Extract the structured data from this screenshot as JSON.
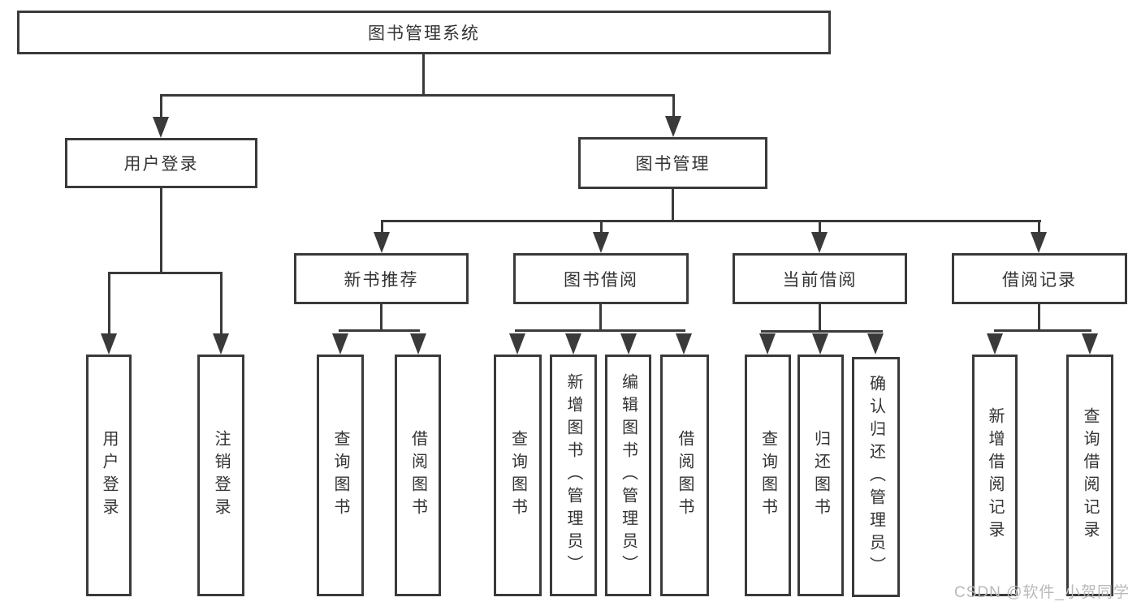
{
  "tree": {
    "root": {
      "label": "图书管理系统"
    },
    "user_login": {
      "label": "用户登录",
      "children": [
        {
          "label": "用户登录"
        },
        {
          "label": "注销登录"
        }
      ]
    },
    "book_management": {
      "label": "图书管理",
      "new_book_recommend": {
        "label": "新书推荐",
        "children": [
          {
            "label": "查询图书"
          },
          {
            "label": "借阅图书"
          }
        ]
      },
      "book_borrowing": {
        "label": "图书借阅",
        "children": [
          {
            "label": "查询图书"
          },
          {
            "label": "新增图书（管理员）"
          },
          {
            "label": "编辑图书（管理员）"
          },
          {
            "label": "借阅图书"
          }
        ]
      },
      "current_borrowing": {
        "label": "当前借阅",
        "children": [
          {
            "label": "查询图书"
          },
          {
            "label": "归还图书"
          },
          {
            "label": "确认归还（管理员）"
          }
        ]
      },
      "borrowing_records": {
        "label": "借阅记录",
        "children": [
          {
            "label": "新增借阅记录"
          },
          {
            "label": "查询借阅记录"
          }
        ]
      }
    }
  },
  "watermark": {
    "text": "CSDN @软件_小贺同学"
  },
  "colors": {
    "line": "#3a3a3a",
    "text": "#333333",
    "watermark": "#b9b9b9",
    "background": "#ffffff"
  }
}
